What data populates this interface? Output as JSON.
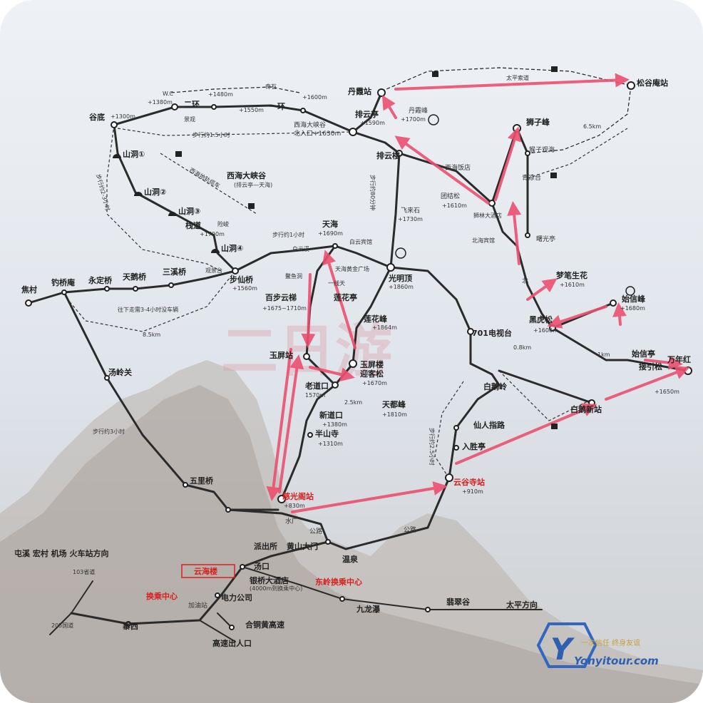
{
  "watermark": "二日游",
  "brand": {
    "big_letter": "Y",
    "name": "Yonyitour.com",
    "slogan": "一次信任 终身友谊"
  },
  "route_color": "#ec5070",
  "places": {
    "gudi": "谷底",
    "gudi_alt": "+1300m",
    "wc": "W.C",
    "wc_alt": "+1380m",
    "erhuan": "二环",
    "erhuan_alt": "+1480m",
    "jingguan": "景观",
    "yihuan": "一环",
    "yihuan_alt": "+1550m",
    "qishi": "奇石",
    "alt_1600": "+1600m",
    "xihai_gorge_entry": "西海大峡谷",
    "beirukou": "北入口+1630m",
    "paiyunting": "排云亭",
    "paiyunting_alt": "+1590m",
    "danxiazhan": "丹霞站",
    "taiping_cableway": "太平索道",
    "songgu_station": "松谷庵站",
    "danxiafeng": "丹霞峰",
    "danxiafeng_alt": "+1700m",
    "walk_15h": "步行约1.5小时",
    "shandong1": "山洞①",
    "shandong2": "山洞②",
    "shandong3": "山洞③",
    "shandong4": "山洞④",
    "xihai_rail": "西海地轨缆车",
    "xihai_canyon": "西海大峡谷",
    "xihai_canyon_sub": "(排云亭—天海)",
    "walk_2_3h": "步行约2-3小时",
    "zhandao": "栈道",
    "zhandao_alt": "+1790m",
    "lintao": "险峻",
    "paiyunlou": "排云楼",
    "xihai_hotel": "西海饭店",
    "shizifeng": "狮子峰",
    "qingliangtai": "青凉台",
    "houzi": "猴子观海",
    "tuanjiesong": "团结松",
    "tuanjiesong_alt": "+1610m",
    "walk_80min": "步行约80分钟",
    "feilaishi": "飞来石",
    "feilaishi_alt": "+1730m",
    "shilin_hotel": "狮林大酒店",
    "beihai_hotel": "北海宾馆",
    "shuguangting": "曙光亭",
    "walk_1h": "步行约1小时",
    "tianhai": "天海",
    "tianhai_alt": "+1690m",
    "baiyun_hotel": "白云宾馆",
    "baiyun_xi": "白云溪",
    "tianhai_square": "天海黄金广场",
    "paiyun_bridge": "观景台",
    "buxianqiao": "步仙桥",
    "buxianqiao_alt": "+1560m",
    "guangmingding": "光明顶",
    "guangmingding_alt": "+1860m",
    "aoyu": "鳌鱼洞",
    "yixiantian": "一线天",
    "baibuyunti": "百步云梯",
    "baibuyunti_alt": "+1675~1710m",
    "lianhuating": "莲花亭",
    "lianhuafeng": "莲花峰",
    "lianhuafeng_alt": "+1864m",
    "mengbi": "梦笔生花",
    "mengbi_alt": "+1610m",
    "beihai_label": "北",
    "shixinfeng": "始信峰",
    "shixinfeng_alt": "+1680m",
    "heihu": "黑虎松",
    "heihu_alt": "+1600m",
    "tv": "701电视台",
    "jiaoan": "焦村",
    "diaoqiao": "钓桥庵",
    "yongding": "永定桥",
    "tiane": "天鹅桥",
    "sanxi": "三溪桥",
    "walk_34h": "往下走需3-4小时没车辆",
    "dist_85": "8.5km",
    "dist_65": "6.5km",
    "dist_1": "1km",
    "dist_08": "0.8km",
    "dist_25a": "2.5km",
    "yupinglou": "玉屏楼",
    "yingkesong": "迎客松",
    "yingkesong_alt": "+1670m",
    "yuping_station": "玉屏站",
    "laodaokou": "老道口",
    "laodaokou_alt": "1570m",
    "tiandu": "天都峰",
    "tiandu_alt": "+1810m",
    "xindaokou": "新道口",
    "xindaokou_alt": "+1380m",
    "banshansi": "半山寺",
    "banshansi_alt": "+1310m",
    "tangling": "汤岭关",
    "walk_3h": "步行约3小时",
    "baiejing": "白鹅岭",
    "yunguzhan_walk": "步行约2.5小时",
    "xianren": "仙人指路",
    "rusheng": "入胜亭",
    "baie_station": "白鹅新站",
    "bujiating": "始信亭",
    "xinxin": "接引松",
    "baiyun_peak": "万年红",
    "baiyun_peak_alt": "+1650m",
    "wuliqiao": "五里桥",
    "ciguang_station": "慈光阁站",
    "ciguang_alt": "+830m",
    "yungu_station": "云谷寺站",
    "yungu_alt": "+910m",
    "shuichang": "水厂",
    "gonglu": "公路",
    "gonglu2": "公路",
    "wenquan": "温泉",
    "huangshan_gate": "黄山大门",
    "paichusuo": "派出所",
    "tangkou": "汤口",
    "yunhailou": "云海楼",
    "yinqiao_hotel": "银桥大酒店",
    "yinqiao_sub": "(4000m到换乘中心)",
    "dongling": "东岭换乘中心",
    "huancheng": "换乘中心",
    "jiayouzhan": "加油站",
    "dianli": "电力公司",
    "heji": "合铜黄高速",
    "gaosu": "高速出人口",
    "tunxi": "屯溪 宏村 机场 火车站方向",
    "road_103": "103省道",
    "road_205": "205国道",
    "jiulongpu": "九龙瀑",
    "cuiyugu": "翡翠谷",
    "taiping": "太平方向",
    "xiangxi": "寨西"
  }
}
